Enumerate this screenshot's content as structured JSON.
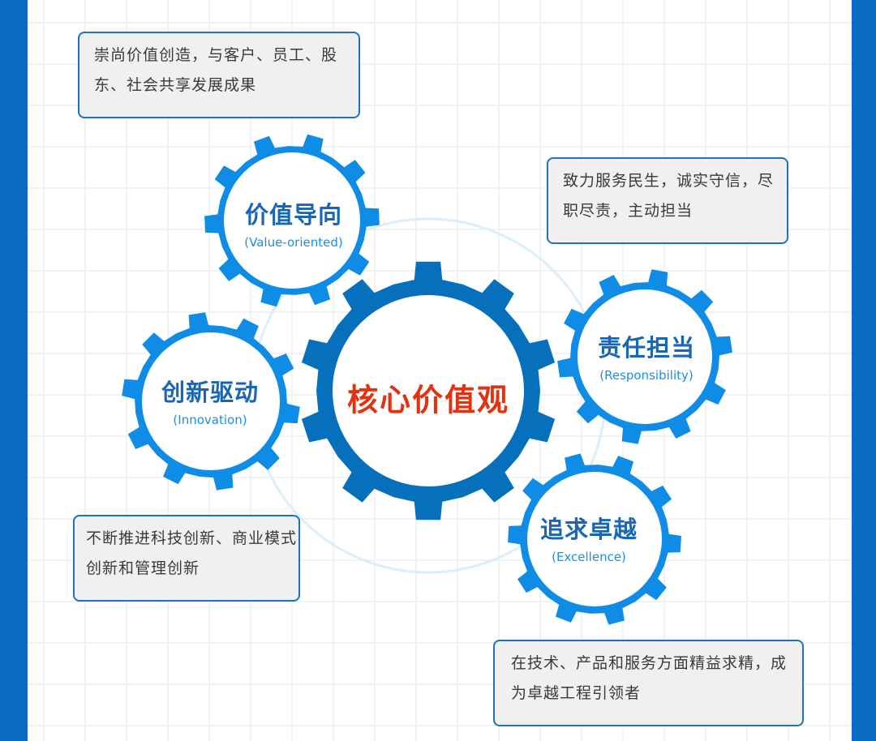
{
  "colors": {
    "frame": "#0a6bc4",
    "core_gear": "#0770bd",
    "gear": "#0e8ce6",
    "title": "#1866b4",
    "core_text": "#e2320f"
  },
  "core": {
    "title": "核心价值观"
  },
  "values": [
    {
      "id": "value",
      "title": "价值导向",
      "subtitle": "(Value-oriented)",
      "description": "崇尚价值创造，与客户、员工、股东、社会共享发展成果"
    },
    {
      "id": "innovation",
      "title": "创新驱动",
      "subtitle": "(Innovation)",
      "description": "不断推进科技创新、商业模式创新和管理创新"
    },
    {
      "id": "responsibility",
      "title": "责任担当",
      "subtitle": "(Responsibility)",
      "description": "致力服务民生，诚实守信，尽职尽责，主动担当"
    },
    {
      "id": "excellence",
      "title": "追求卓越",
      "subtitle": "(Excellence)",
      "description": "在技术、产品和服务方面精益求精，成为卓越工程引领者"
    }
  ]
}
